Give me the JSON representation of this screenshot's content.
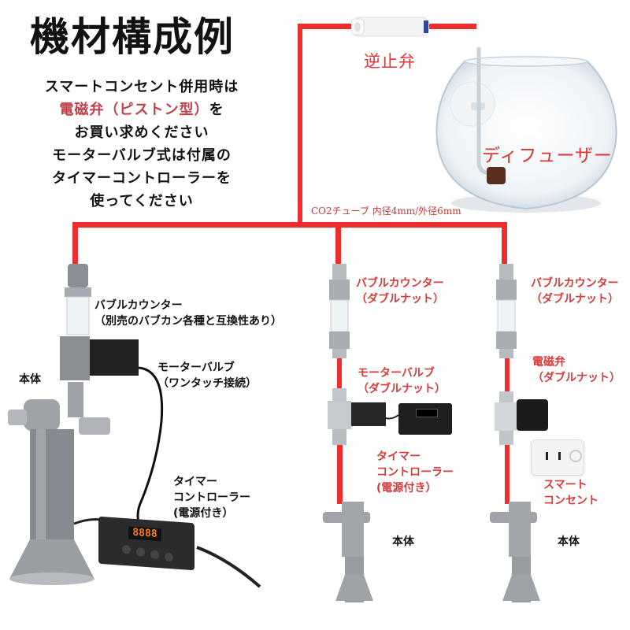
{
  "title": "機材構成例",
  "intro": {
    "line1": "スマートコンセント併用時は",
    "line2_red": "電磁弁（ピストン型）",
    "line2_tail": "を",
    "line3": "お買い求めください",
    "line4": "モーターバルブ式は付属の",
    "line5": "タイマーコントローラーを",
    "line6": "使ってください"
  },
  "top": {
    "check_valve_label": "逆止弁",
    "diffuser_label": "ディフューザー",
    "tube_label": "CO2チューブ 内径4mm/外径6mm"
  },
  "setup_left": {
    "bubble_counter": "バブルカウンター",
    "bubble_counter_note": "（別売のバブカン各種と互換性あり）",
    "motor_valve": "モーターバルブ",
    "motor_valve_note": "（ワンタッチ接続）",
    "body": "本体",
    "timer_line1": "タイマー",
    "timer_line2": "コントローラー",
    "timer_line3": "(電源付き）",
    "display": "8888"
  },
  "setup_middle": {
    "bubble_counter": "バブルカウンター",
    "bubble_counter_note": "（ダブルナット）",
    "motor_valve": "モーターバルブ",
    "motor_valve_note": "（ダブルナット）",
    "timer_line1": "タイマー",
    "timer_line2": "コントローラー",
    "timer_line3": "(電源付き）",
    "body": "本体"
  },
  "setup_right": {
    "bubble_counter": "バブルカウンター",
    "bubble_counter_note": "（ダブルナット）",
    "solenoid": "電磁弁",
    "solenoid_note": "（ダブルナット）",
    "smart_line1": "スマート",
    "smart_line2": "コンセント",
    "body": "本体"
  },
  "colors": {
    "pipe": "#ee2d2d",
    "accent_text": "#d63a3a",
    "intro_red": "#c0414a"
  }
}
